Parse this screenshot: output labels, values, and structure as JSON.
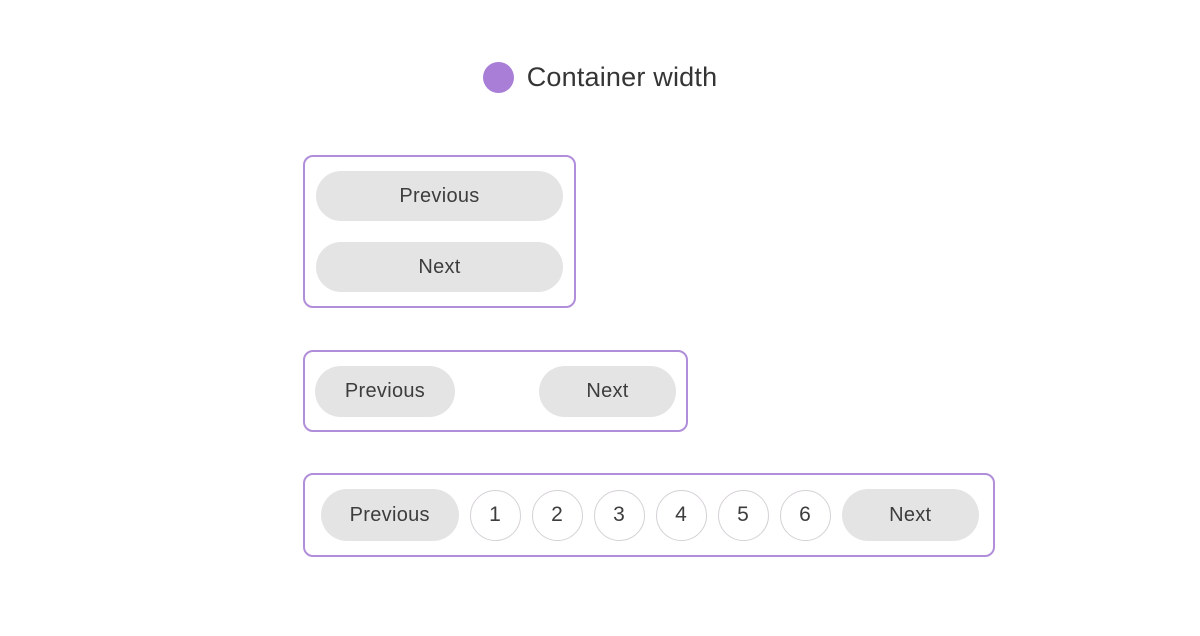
{
  "colors": {
    "accent_purple": "#a87ed6",
    "container_border": "#b18ed9",
    "button_bg": "#e4e4e4",
    "button_text": "#3d3d3d",
    "page_circle_border": "#d5d1d6",
    "page_circle_bg": "#ffffff"
  },
  "legend": {
    "label": "Container width"
  },
  "pagination_narrow": {
    "previous_label": "Previous",
    "next_label": "Next"
  },
  "pagination_medium": {
    "previous_label": "Previous",
    "next_label": "Next"
  },
  "pagination_wide": {
    "previous_label": "Previous",
    "next_label": "Next",
    "pages": [
      "1",
      "2",
      "3",
      "4",
      "5",
      "6"
    ]
  }
}
